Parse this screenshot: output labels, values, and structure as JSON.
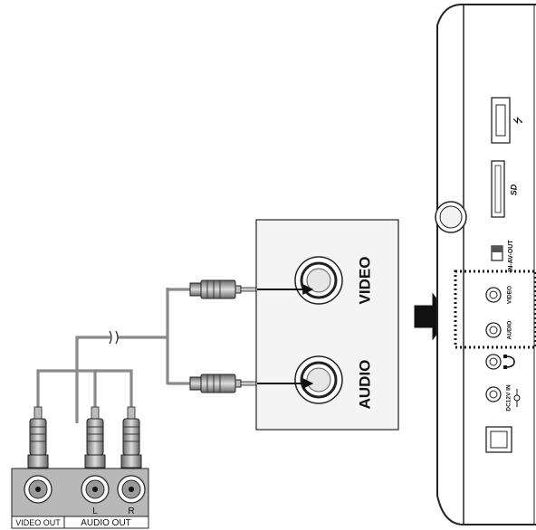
{
  "panel": {
    "video_label": "VIDEO",
    "audio_label": "AUDIO"
  },
  "source_device": {
    "video_out_label": "VIDEO OUT",
    "audio_out_label": "AUDIO OUT",
    "left_label": "L",
    "right_label": "R"
  },
  "player": {
    "usb_symbol": "⭍",
    "sd_label": "SD",
    "switch_label": "IN-AV-OUT",
    "video_jack_label": "VIDEO",
    "audio_jack_label": "AUDIO",
    "dc_label": "DC12V IN"
  },
  "colors": {
    "cable_gray": "#8a8a8a",
    "outline": "#222222",
    "panel_fill": "#f4f4f4",
    "arrow_fill": "#111111"
  }
}
